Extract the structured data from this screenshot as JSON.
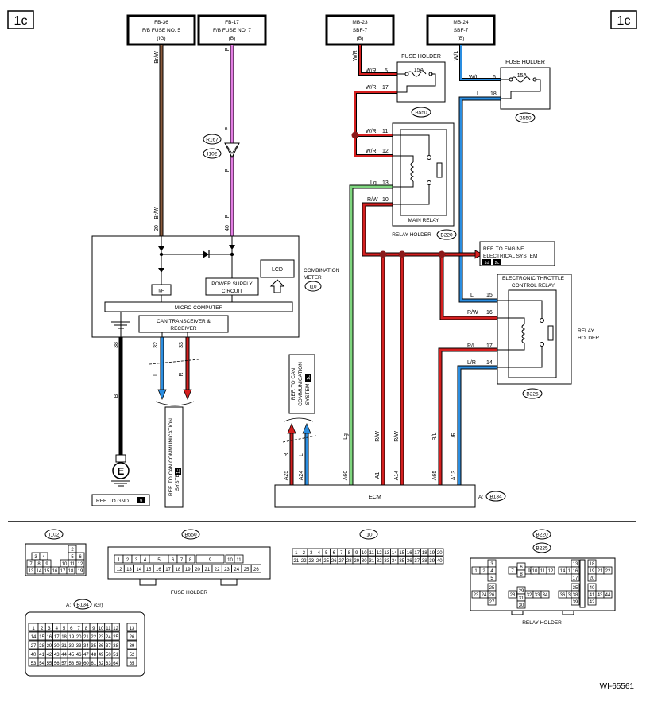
{
  "page": {
    "id_left": "1c",
    "id_right": "1c",
    "code": "WI-65561"
  },
  "sources": {
    "fb36": {
      "line1": "FB-36",
      "line2": "F/B FUSE NO. 5",
      "line3": "(IG)"
    },
    "fb17": {
      "line1": "FB-17",
      "line2": "F/B FUSE NO. 7",
      "line3": "(B)"
    },
    "mb23": {
      "line1": "MB-23",
      "line2": "SBF-7",
      "line3": "(B)"
    },
    "mb24": {
      "line1": "MB-24",
      "line2": "SBF-7",
      "line3": "(B)"
    }
  },
  "wire_colors": {
    "br_w": "#8b5a3c",
    "p": "#e37ee3",
    "w_r": "#d51f1f",
    "w_l": "#2a8de0",
    "l": "#2a8de0",
    "r": "#d51f1f",
    "b": "#111111",
    "lg": "#7fd67f",
    "r_w": "#d51f1f",
    "r_l": "#8b3a3a",
    "l_r": "#2a8de0"
  },
  "wires": {
    "brw_top": "Br/W",
    "brw_bottom": "Br/W",
    "p_top": "P",
    "p_mid1": "P",
    "p_mid2": "P",
    "p_bottom": "P",
    "wr_mb23": "W/R",
    "wr_5": "W/R",
    "wr_17": "W/R",
    "wr_11": "W/R",
    "wr_12": "W/R",
    "lg_13": "Lg",
    "rw_10": "R/W",
    "wl_mb24": "W/L",
    "wl_6": "W/L",
    "l_18": "L",
    "l_15": "L",
    "rw_16": "R/W",
    "rl_17": "R/L",
    "lr_14": "L/R",
    "b_38": "B",
    "l_32": "L",
    "r_33": "R",
    "r_a25": "R",
    "l_a24": "L",
    "lg_a60": "Lg",
    "rw_a1": "R/W",
    "rw_a14": "R/W",
    "rl_a65": "R/L",
    "lr_a13": "L/R"
  },
  "pins": {
    "p5": "5",
    "p17": "17",
    "p11": "11",
    "p12": "12",
    "p13": "13",
    "p10": "10",
    "p6": "6",
    "p18": "18",
    "p15": "15",
    "p16": "16",
    "p17b": "17",
    "p14": "14",
    "p20": "20",
    "p40": "40",
    "p38": "38",
    "p32": "32",
    "p33": "33",
    "a25": "A25",
    "a24": "A24",
    "a60": "A60",
    "a1": "A1",
    "a14": "A14",
    "a65": "A65",
    "a13": "A13"
  },
  "components": {
    "fuse_holder_1": "FUSE HOLDER",
    "fuse_holder_2": "FUSE HOLDER",
    "fuse_15a_1": "15A",
    "fuse_15a_2": "15A",
    "b550_1": "B550",
    "b550_2": "B550",
    "main_relay": "MAIN RELAY",
    "relay_holder": "RELAY HOLDER",
    "b220": "B220",
    "ref_engine_1": "REF. TO ENGINE",
    "ref_engine_2": "ELECTRICAL SYSTEM",
    "ref_engine_tag1": "1d",
    "ref_engine_tag2": "2c",
    "etc_relay_1": "ELECTRONIC THROTTLE",
    "etc_relay_2": "CONTROL RELAY",
    "relay_holder_r1": "RELAY",
    "relay_holder_r2": "HOLDER",
    "b225": "B225",
    "r167": "R167",
    "i102": "I102",
    "combo_1": "COMBINATION",
    "combo_2": "METER",
    "i10": "I10",
    "lcd": "LCD",
    "psc_1": "POWER SUPPLY",
    "psc_2": "CIRCUIT",
    "if": "I/F",
    "micro": "MICRO COMPUTER",
    "can_1": "CAN TRANSCEIVER &",
    "can_2": "RECEIVER",
    "ref_can_v1": "REF. TO CAN COMMUNICATION",
    "ref_can_v2": "SYSTEM",
    "ref_can_tag": "1c",
    "ref_can2_l1": "REF. TO CAN",
    "ref_can2_l2": "COMMUNICATION",
    "ref_can2_l3": "SYSTEM",
    "ref_can2_tag": "1c",
    "ground_e": "E",
    "ref_gnd": "REF. TO GND",
    "ref_gnd_tag": "9",
    "ecm": "ECM",
    "ecm_conn": "A:",
    "ecm_id": "B134"
  },
  "connectors": {
    "i102": {
      "label": "I102",
      "rows": [
        [
          "",
          "",
          "",
          "",
          "2",
          ""
        ],
        [
          "3",
          "4",
          "",
          "",
          "5",
          "6"
        ],
        [
          "7",
          "8",
          "9",
          "",
          "10",
          "11",
          "12"
        ],
        [
          "13",
          "14",
          "15",
          "16",
          "17",
          "18",
          "19"
        ]
      ]
    },
    "b550": {
      "label": "B550",
      "row1": [
        "1",
        "2",
        "3",
        "4",
        "5",
        "6",
        "7",
        "8",
        "",
        "9",
        "",
        "10",
        "11"
      ],
      "row2": [
        "12",
        "13",
        "14",
        "15",
        "16",
        "17",
        "18",
        "19",
        "20",
        "21",
        "22",
        "23",
        "24",
        "25",
        "26"
      ],
      "name": "FUSE HOLDER"
    },
    "i10": {
      "label": "I10",
      "row1": [
        "1",
        "2",
        "3",
        "4",
        "5",
        "6",
        "7",
        "8",
        "9",
        "10",
        "11",
        "12",
        "13",
        "14",
        "15",
        "16",
        "17",
        "18",
        "19",
        "20"
      ],
      "row2": [
        "21",
        "22",
        "23",
        "24",
        "25",
        "26",
        "27",
        "28",
        "29",
        "30",
        "31",
        "32",
        "33",
        "34",
        "35",
        "36",
        "37",
        "38",
        "39",
        "40"
      ]
    },
    "b220": {
      "label1": "B220",
      "label2": "B225",
      "name": "RELAY HOLDER",
      "cells": [
        "1",
        "2",
        "3",
        "4",
        "5",
        "6",
        "7",
        "8",
        "9",
        "10",
        "11",
        "12",
        "13",
        "14",
        "15",
        "16",
        "17",
        "18",
        "19",
        "20",
        "21",
        "22",
        "23",
        "24",
        "25",
        "26",
        "27",
        "28",
        "29",
        "30",
        "31",
        "32",
        "33",
        "34",
        "35",
        "36",
        "37",
        "38",
        "39",
        "40",
        "41",
        "42",
        "43",
        "44"
      ]
    },
    "b134": {
      "prefix": "A:",
      "label": "B134",
      "suffix": "(Gr)",
      "rows": [
        [
          "1",
          "2",
          "3",
          "4",
          "5",
          "6",
          "7",
          "8",
          "9",
          "10",
          "11",
          "12",
          "13"
        ],
        [
          "14",
          "15",
          "16",
          "17",
          "18",
          "19",
          "20",
          "21",
          "22",
          "23",
          "24",
          "25",
          "26"
        ],
        [
          "27",
          "28",
          "29",
          "30",
          "31",
          "32",
          "33",
          "34",
          "35",
          "36",
          "37",
          "38",
          "39"
        ],
        [
          "40",
          "41",
          "42",
          "43",
          "44",
          "45",
          "46",
          "47",
          "48",
          "49",
          "50",
          "51",
          "52"
        ],
        [
          "53",
          "54",
          "55",
          "56",
          "57",
          "58",
          "59",
          "60",
          "61",
          "62",
          "63",
          "64",
          "65"
        ]
      ]
    }
  }
}
